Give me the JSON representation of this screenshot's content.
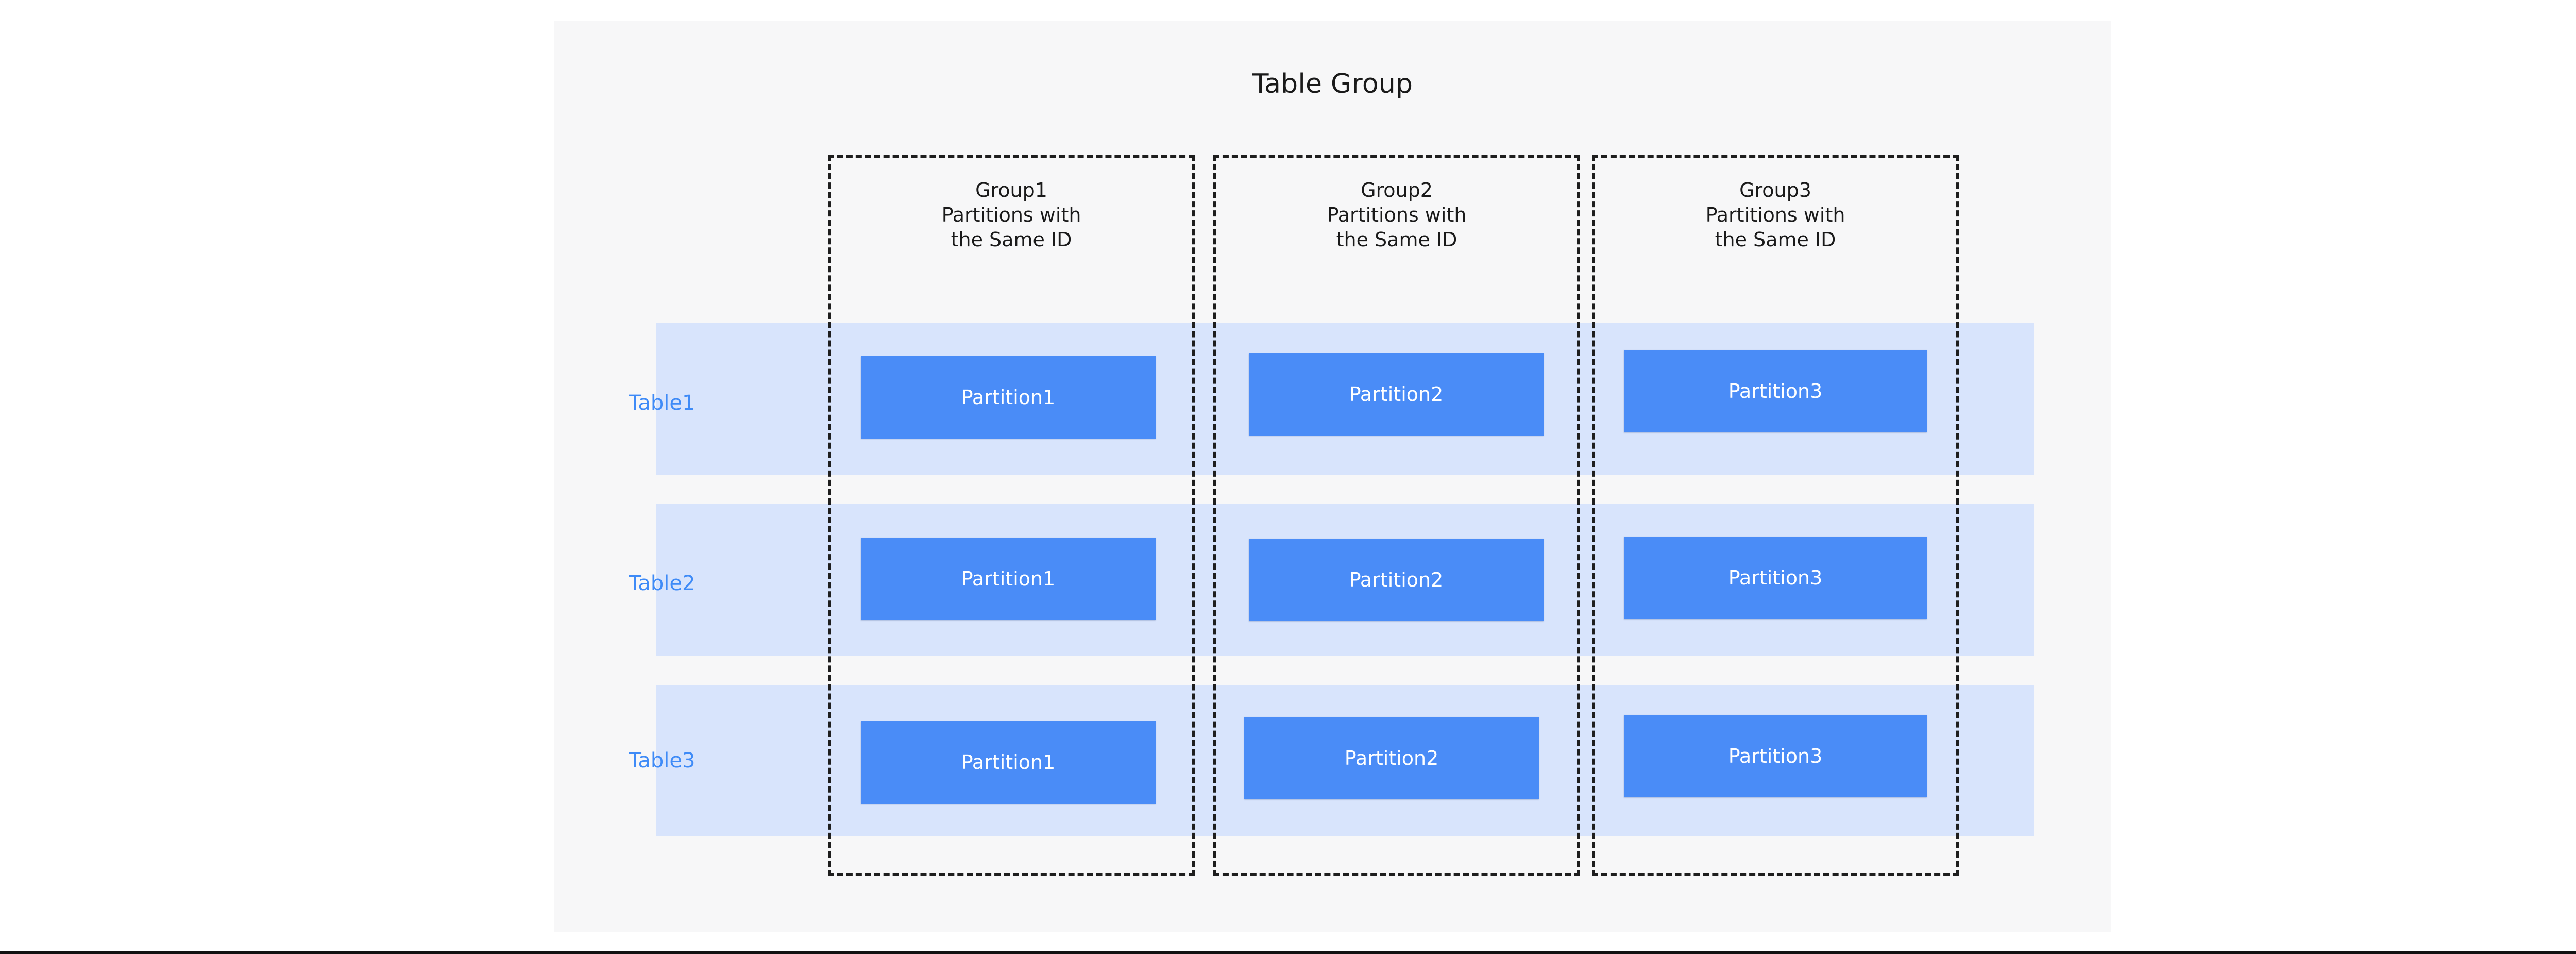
{
  "diagram": {
    "title": "Table Group",
    "colors": {
      "panel_background": "#f7f7f8",
      "row_band": "#d8e4fc",
      "row_label_text": "#3f8bf7",
      "partition_fill": "#4a8cf7",
      "partition_text": "#ffffff",
      "group_border": "#1e1e1e",
      "title_text": "#1a1a1a"
    },
    "groups": [
      {
        "name": "Group1",
        "caption_line1": "Partitions with",
        "caption_line2": "the Same ID"
      },
      {
        "name": "Group2",
        "caption_line1": "Partitions with",
        "caption_line2": "the Same ID"
      },
      {
        "name": "Group3",
        "caption_line1": "Partitions with",
        "caption_line2": "the Same ID"
      }
    ],
    "rows": [
      {
        "label": "Table1",
        "partitions": [
          "Partition1",
          "Partition2",
          "Partition3"
        ]
      },
      {
        "label": "Table2",
        "partitions": [
          "Partition1",
          "Partition2",
          "Partition3"
        ]
      },
      {
        "label": "Table3",
        "partitions": [
          "Partition1",
          "Partition2",
          "Partition3"
        ]
      }
    ]
  }
}
